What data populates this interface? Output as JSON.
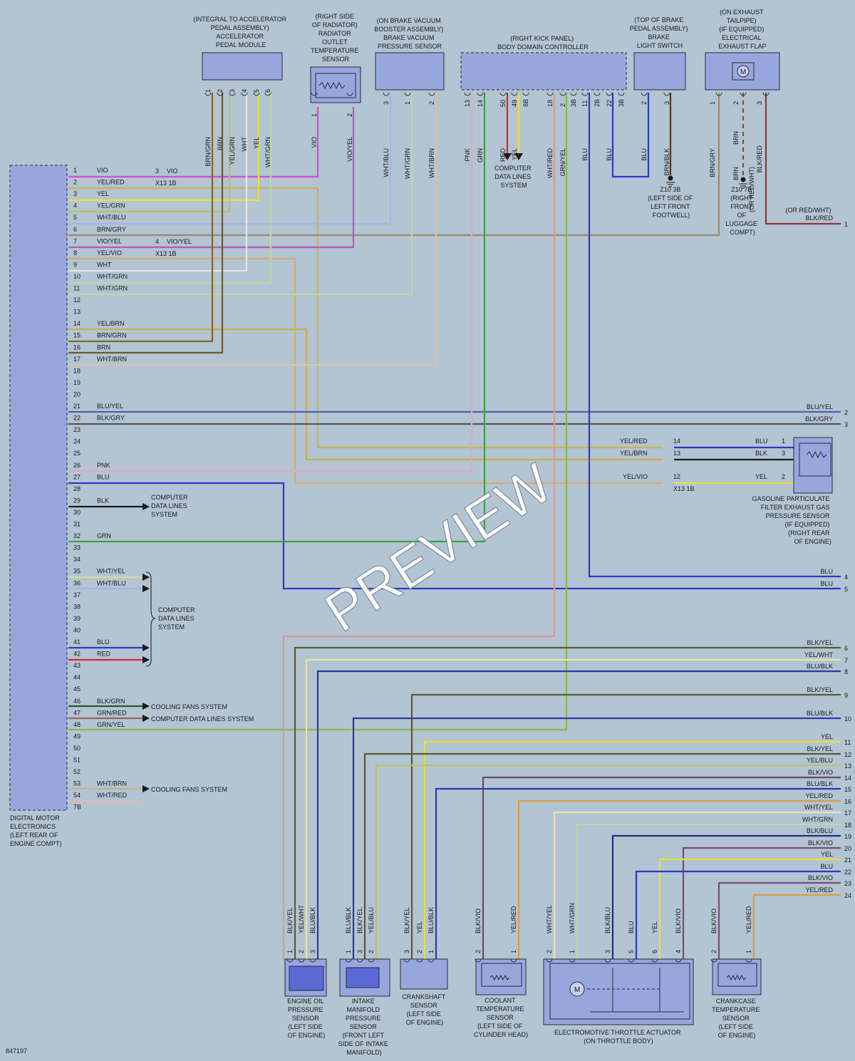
{
  "diagram_id": "847197",
  "watermark": "PREVIEW",
  "colors": {
    "VIO": "#d64bd2",
    "PNK": "#e8a6b8",
    "RED": "#d22a2a",
    "YEL": "#e8e03c",
    "WHT": "#f2f2f2",
    "BRN": "#6f5a2c",
    "GRN": "#3ba043",
    "BLU": "#2c3ac8",
    "BLK": "#1a1a1a",
    "GRY": "#8a8a8a"
  },
  "dme": {
    "label": [
      "DIGITAL MOTOR",
      "ELECTRONICS",
      "(LEFT REAR OF",
      "ENGINE COMPT)"
    ],
    "pins": [
      {
        "pin": "1",
        "wire": "VIO"
      },
      {
        "pin": "2",
        "wire": "YEL/RED"
      },
      {
        "pin": "3",
        "wire": "YEL"
      },
      {
        "pin": "4",
        "wire": "YEL/GRN"
      },
      {
        "pin": "5",
        "wire": "WHT/BLU"
      },
      {
        "pin": "6",
        "wire": "BRN/GRY"
      },
      {
        "pin": "7",
        "wire": "VIO/YEL"
      },
      {
        "pin": "8",
        "wire": "YEL/VIO"
      },
      {
        "pin": "9",
        "wire": "WHT"
      },
      {
        "pin": "10",
        "wire": "WHT/GRN"
      },
      {
        "pin": "11",
        "wire": "WHT/GRN"
      },
      {
        "pin": "12",
        "wire": ""
      },
      {
        "pin": "13",
        "wire": ""
      },
      {
        "pin": "14",
        "wire": "YEL/BRN"
      },
      {
        "pin": "15",
        "wire": "BRN/GRN"
      },
      {
        "pin": "16",
        "wire": "BRN"
      },
      {
        "pin": "17",
        "wire": "WHT/BRN"
      },
      {
        "pin": "18",
        "wire": ""
      },
      {
        "pin": "19",
        "wire": ""
      },
      {
        "pin": "20",
        "wire": ""
      },
      {
        "pin": "21",
        "wire": "BLU/YEL"
      },
      {
        "pin": "22",
        "wire": "BLK/GRY"
      },
      {
        "pin": "23",
        "wire": ""
      },
      {
        "pin": "24",
        "wire": ""
      },
      {
        "pin": "25",
        "wire": ""
      },
      {
        "pin": "26",
        "wire": "PNK"
      },
      {
        "pin": "27",
        "wire": "BLU"
      },
      {
        "pin": "28",
        "wire": ""
      },
      {
        "pin": "29",
        "wire": "BLK"
      },
      {
        "pin": "30",
        "wire": ""
      },
      {
        "pin": "31",
        "wire": ""
      },
      {
        "pin": "32",
        "wire": "GRN"
      },
      {
        "pin": "33",
        "wire": ""
      },
      {
        "pin": "34",
        "wire": ""
      },
      {
        "pin": "35",
        "wire": "WHT/YEL"
      },
      {
        "pin": "36",
        "wire": "WHT/BLU"
      },
      {
        "pin": "37",
        "wire": ""
      },
      {
        "pin": "38",
        "wire": ""
      },
      {
        "pin": "39",
        "wire": ""
      },
      {
        "pin": "40",
        "wire": ""
      },
      {
        "pin": "41",
        "wire": "BLU"
      },
      {
        "pin": "42",
        "wire": "RED"
      },
      {
        "pin": "43",
        "wire": ""
      },
      {
        "pin": "44",
        "wire": ""
      },
      {
        "pin": "45",
        "wire": ""
      },
      {
        "pin": "46",
        "wire": "BLK/GRN"
      },
      {
        "pin": "47",
        "wire": "GRN/RED"
      },
      {
        "pin": "48",
        "wire": "GRN/YEL"
      },
      {
        "pin": "49",
        "wire": ""
      },
      {
        "pin": "50",
        "wire": ""
      },
      {
        "pin": "51",
        "wire": ""
      },
      {
        "pin": "52",
        "wire": ""
      },
      {
        "pin": "53",
        "wire": "WHT/BRN"
      },
      {
        "pin": "54",
        "wire": "WHT/RED"
      },
      {
        "pin": "7B",
        "wire": ""
      }
    ]
  },
  "splices": {
    "x13_pin3": "3",
    "x13_vio": "VIO",
    "x13_ref1": "X13 1B",
    "x13_pin4": "4",
    "x13_vioyel": "VIO/YEL",
    "x13_ref2": "X13 1B"
  },
  "top_components": {
    "apm": {
      "label": [
        "(INTEGRAL TO ACCELERATOR",
        "PEDAL ASSEMBLY)",
        "ACCELERATOR",
        "PEDAL MODULE"
      ],
      "pins": [
        "1",
        "2",
        "3",
        "4",
        "5",
        "6"
      ],
      "wires": [
        "BRN/GRN",
        "BRN",
        "YEL/GRN",
        "WHT",
        "YEL",
        "WHT/GRN"
      ]
    },
    "rad": {
      "label": [
        "(RIGHT SIDE",
        "OF RADIATOR)",
        "RADIATOR",
        "OUTLET",
        "TEMPERATURE",
        "SENSOR"
      ],
      "pins": [
        "1",
        "2"
      ],
      "wires": [
        "VIO",
        "VIO/YEL"
      ]
    },
    "brk": {
      "label": [
        "(ON BRAKE VACUUM",
        "BOOSTER ASSEMBLY)",
        "BRAKE VACUUM",
        "PRESSURE SENSOR"
      ],
      "pins": [
        "3",
        "1",
        "2"
      ],
      "wires": [
        "WHT/BLU",
        "WHT/GRN",
        "WHT/BRN"
      ]
    },
    "bdc": {
      "label": [
        "(RIGHT KICK PANEL)",
        "BODY DOMAIN CONTROLLER"
      ],
      "pins": [
        "13",
        "14",
        "50",
        "49",
        "8B",
        "18",
        "2",
        "3B",
        "11",
        "2B",
        "22",
        "3B"
      ],
      "wires": [
        "PNK",
        "GRN",
        "RED",
        "YEL",
        "",
        "WHT/RED",
        "GRN/YEL",
        "",
        "BLU",
        "",
        "BLU",
        ""
      ]
    },
    "bls": {
      "label": [
        "(TOP OF BRAKE",
        "PEDAL ASSEMBLY)",
        "BRAKE",
        "LIGHT SWITCH"
      ],
      "pins": [
        "2",
        "3"
      ],
      "wires": [
        "BLU",
        "BRN/BLK"
      ]
    },
    "flap": {
      "label": [
        "(ON EXHAUST",
        "TAILPIPE)",
        "(IF EQUIPPED)",
        "ELECTRICAL",
        "EXHAUST FLAP"
      ],
      "pins": [
        "1",
        "2",
        "3"
      ],
      "wires": [
        "BRN/GRY",
        "BRN",
        "(OR RED/WHT)",
        "BLK/RED",
        "BRN"
      ]
    },
    "motor_glyph": "M"
  },
  "texts": {
    "cdl_top": [
      "COMPUTER",
      "DATA LINES",
      "SYSTEM"
    ],
    "g1": [
      "Z10 3B",
      "(LEFT SIDE OF",
      "LEFT FRONT",
      "FOOTWELL)"
    ],
    "g2": [
      "Z10 7B",
      "(RIGHT",
      "FRONT",
      "OF",
      "LUGGAGE",
      "COMPT)"
    ],
    "rt1": [
      "(OR RED/WHT)",
      "BLK/RED"
    ],
    "cdl29": [
      "COMPUTER",
      "DATA LINES",
      "SYSTEM"
    ],
    "cdl_mid": [
      "COMPUTER",
      "DATA LINES",
      "SYSTEM"
    ],
    "fans1": "COOLING FANS SYSTEM",
    "cdl47": "COMPUTER DATA LINES SYSTEM",
    "fans2": "COOLING FANS SYSTEM"
  },
  "gpf": {
    "label": [
      "GASOLINE PARTICULATE",
      "FILTER EXHAUST GAS",
      "PRESSURE SENSOR",
      "(IF EQUIPPED)",
      "(RIGHT REAR",
      "OF ENGINE)"
    ],
    "w_left": [
      "YEL/RED",
      "YEL/BRN",
      "YEL/VIO"
    ],
    "pins_x13": [
      "14",
      "13",
      "12"
    ],
    "x13_ref": "X13 1B",
    "w_right": [
      "BLU",
      "BLK",
      "YEL"
    ],
    "pins": [
      "1",
      "3",
      "2"
    ]
  },
  "right_edge": [
    {
      "num": "1",
      "label": ""
    },
    {
      "num": "2",
      "label": "BLU/YEL"
    },
    {
      "num": "3",
      "label": "BLK/GRY"
    },
    {
      "num": "4",
      "label": "BLU"
    },
    {
      "num": "5",
      "label": "BLU"
    },
    {
      "num": "6",
      "label": "BLK/YEL"
    },
    {
      "num": "7",
      "label": "YEL/WHT"
    },
    {
      "num": "8",
      "label": "BLU/BLK"
    },
    {
      "num": "9",
      "label": "BLK/YEL"
    },
    {
      "num": "10",
      "label": "BLU/BLK"
    },
    {
      "num": "11",
      "label": "YEL"
    },
    {
      "num": "12",
      "label": "BLK/YEL"
    },
    {
      "num": "13",
      "label": "YEL/BLU"
    },
    {
      "num": "14",
      "label": "BLK/VIO"
    },
    {
      "num": "15",
      "label": "BLU/BLK"
    },
    {
      "num": "16",
      "label": "YEL/RED"
    },
    {
      "num": "17",
      "label": "WHT/YEL"
    },
    {
      "num": "18",
      "label": "WHT/GRN"
    },
    {
      "num": "19",
      "label": "BLK/BLU"
    },
    {
      "num": "20",
      "label": "BLK/VIO"
    },
    {
      "num": "21",
      "label": "YEL"
    },
    {
      "num": "22",
      "label": "BLU"
    },
    {
      "num": "23",
      "label": "BLK/VIO"
    },
    {
      "num": "24",
      "label": "YEL/RED"
    }
  ],
  "bottom_components": {
    "oil": {
      "label": [
        "ENGINE OIL",
        "PRESSURE",
        "SENSOR",
        "(LEFT SIDE",
        "OF ENGINE)"
      ],
      "pins": [
        "1",
        "2",
        "3"
      ],
      "wires": [
        "BLK/YEL",
        "YEL/WHT",
        "BLU/BLK"
      ]
    },
    "map": {
      "label": [
        "INTAKE",
        "MANIFOLD",
        "PRESSURE",
        "SENSOR",
        "(FRONT LEFT",
        "SIDE OF INTAKE",
        "MANIFOLD)"
      ],
      "pins": [
        "1",
        "3",
        "2"
      ],
      "wires": [
        "BLU/BLK",
        "BLK/YEL",
        "YEL/BLU"
      ]
    },
    "crank": {
      "label": [
        "CRANKSHAFT",
        "SENSOR",
        "(LEFT SIDE",
        "OF ENGINE)"
      ],
      "pins": [
        "3",
        "2",
        "1"
      ],
      "wires": [
        "BLK/YEL",
        "YEL",
        "BLU/BLK"
      ]
    },
    "coolant": {
      "label": [
        "COOLANT",
        "TEMPERATURE",
        "SENSOR",
        "(LEFT SIDE OF",
        "CYLINDER HEAD)"
      ],
      "pins": [
        "2",
        "1"
      ],
      "wires": [
        "BLK/VIO",
        "YEL/RED"
      ]
    },
    "throttle": {
      "label": [
        "ELECTROMOTIVE THROTTLE ACTUATOR",
        "(ON THROTTLE BODY)"
      ],
      "pins": [
        "2",
        "1",
        "3",
        "5",
        "6",
        "4"
      ],
      "wires": [
        "WHT/YEL",
        "WHT/GRN",
        "BLK/BLU",
        "BLU",
        "YEL",
        "BLK/VIO"
      ]
    },
    "crankcase": {
      "label": [
        "CRANKCASE",
        "TEMPERATURE",
        "SENSOR",
        "(LEFT SIDE",
        "OF ENGINE)"
      ],
      "pins": [
        "2",
        "1"
      ],
      "wires": [
        "BLK/VIO",
        "YEL/RED"
      ]
    }
  }
}
